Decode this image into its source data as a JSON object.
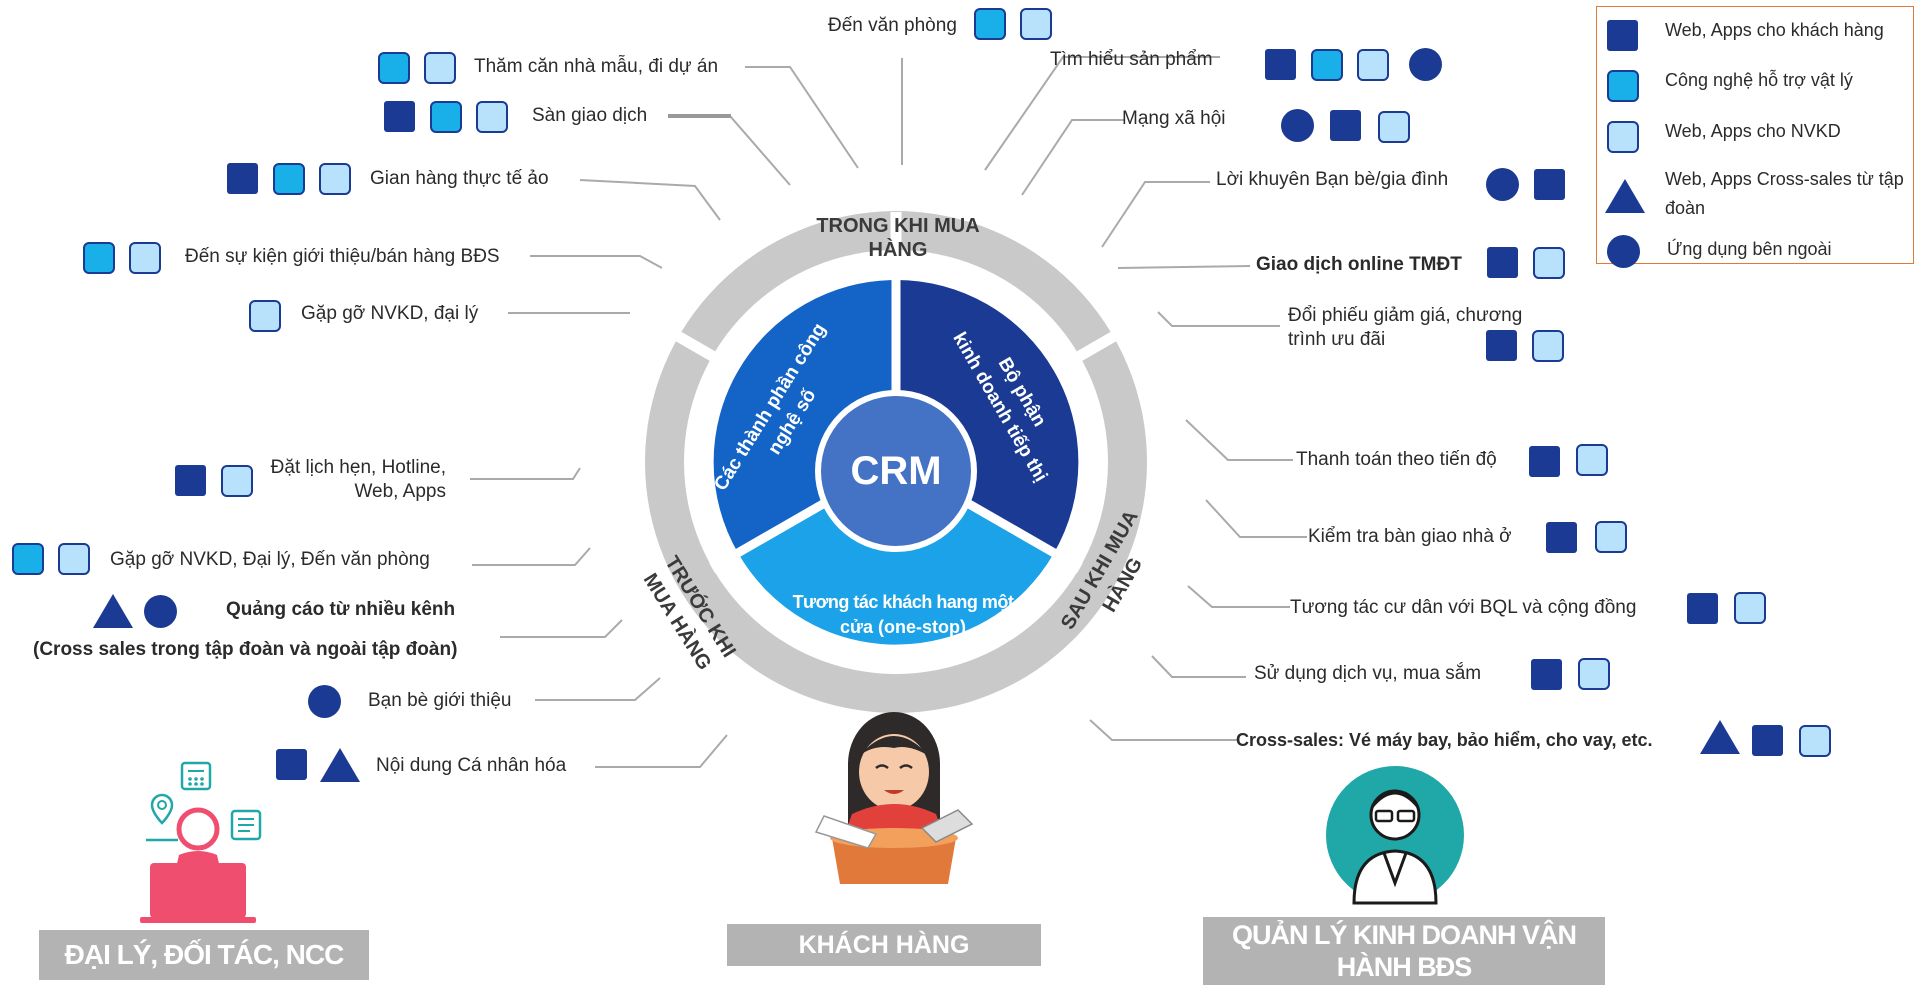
{
  "center": {
    "label": "CRM"
  },
  "inner": {
    "left": "Các thành phần công nghệ số",
    "right": "Bộ phận kinh doanh tiếp thị",
    "bottom": "Tương tác khách hang một cửa (one-stop)"
  },
  "ring": {
    "top": "TRONG KHI MUA HÀNG",
    "left": "TRƯỚC KHI MUA HÀNG",
    "right": "SAU KHI MUA HÀNG"
  },
  "items": [
    {
      "text": "Đến văn phòng",
      "bold": false,
      "icons": [
        "cyan",
        "light"
      ]
    },
    {
      "text": "Thăm căn nhà mẫu, đi dự án",
      "bold": false,
      "icons": [
        "cyan",
        "light"
      ]
    },
    {
      "text": "Sàn giao dịch",
      "bold": false,
      "icons": [
        "dark",
        "cyan",
        "light"
      ]
    },
    {
      "text": "Gian hàng thực tế ảo",
      "bold": false,
      "icons": [
        "dark",
        "cyan",
        "light"
      ]
    },
    {
      "text": "Đến sự kiện giới thiệu/bán hàng BĐS",
      "bold": false,
      "icons": [
        "cyan",
        "light"
      ]
    },
    {
      "text": "Gặp gỡ NVKD, đại lý",
      "bold": false,
      "icons": [
        "light"
      ]
    },
    {
      "text": "Đặt lịch hẹn, Hotline, Web, Apps",
      "bold": false,
      "icons": [
        "dark",
        "light"
      ]
    },
    {
      "text": "Gặp gỡ NVKD, Đại lý, Đến văn phòng",
      "bold": false,
      "icons": [
        "cyan",
        "light"
      ]
    },
    {
      "text": "Quảng cáo từ nhiều kênh",
      "bold": true,
      "icons": [
        "triangle",
        "circle"
      ]
    },
    {
      "text": "(Cross sales trong tập đoàn và ngoài tập đoàn)",
      "bold": true,
      "icons": []
    },
    {
      "text": "Bạn bè giới thiệu",
      "bold": false,
      "icons": [
        "circle"
      ]
    },
    {
      "text": "Nội dung Cá nhân hóa",
      "bold": false,
      "icons": [
        "dark",
        "triangle"
      ]
    },
    {
      "text": "Tìm hiểu sản phẩm",
      "bold": false,
      "icons": [
        "dark",
        "cyan",
        "light",
        "circle"
      ]
    },
    {
      "text": "Mạng xã hội",
      "bold": false,
      "icons": [
        "circle",
        "dark",
        "light"
      ]
    },
    {
      "text": "Lời khuyên Bạn bè/gia đình",
      "bold": false,
      "icons": [
        "circle",
        "dark"
      ]
    },
    {
      "text": "Giao dịch online TMĐT",
      "bold": true,
      "icons": [
        "dark",
        "light"
      ]
    },
    {
      "text": "Đổi phiếu giảm giá, chương trình ưu đãi",
      "bold": false,
      "icons": [
        "dark",
        "light"
      ]
    },
    {
      "text": "Thanh toán theo tiến độ",
      "bold": false,
      "icons": [
        "dark",
        "light"
      ]
    },
    {
      "text": "Kiểm tra bàn giao nhà ở",
      "bold": false,
      "icons": [
        "dark",
        "light"
      ]
    },
    {
      "text": "Tương tác cư dân với BQL và cộng đồng",
      "bold": false,
      "icons": [
        "dark",
        "light"
      ]
    },
    {
      "text": "Sử dụng dịch vụ, mua sắm",
      "bold": false,
      "icons": [
        "dark",
        "light"
      ]
    },
    {
      "text": "Cross-sales: Vé máy bay, bảo hiểm, cho vay, etc.",
      "bold": true,
      "icons": [
        "triangle",
        "dark",
        "light"
      ]
    }
  ],
  "legend": [
    {
      "icon": "dark",
      "text": "Web, Apps cho khách hàng"
    },
    {
      "icon": "cyan",
      "text": "Công nghệ hỗ trợ vật lý"
    },
    {
      "icon": "light",
      "text": "Web, Apps cho NVKD"
    },
    {
      "icon": "triangle",
      "text": "Web, Apps Cross-sales từ tập đoàn"
    },
    {
      "icon": "circle",
      "text": "Ứng dụng bên ngoài"
    }
  ],
  "bottom": {
    "left": "ĐẠI LÝ, ĐỐI TÁC, NCC",
    "center": "KHÁCH HÀNG",
    "right": "QUẢN LÝ KINH DOANH VẬN HÀNH BĐS"
  },
  "colors": {
    "ring": "#c9c9c9",
    "dark_blue": "#1a3a94",
    "mid_blue": "#1464c8",
    "light_blue": "#19a0e6",
    "center": "#4472c4",
    "teal": "#20a7a8",
    "pink": "#f04e6e"
  }
}
